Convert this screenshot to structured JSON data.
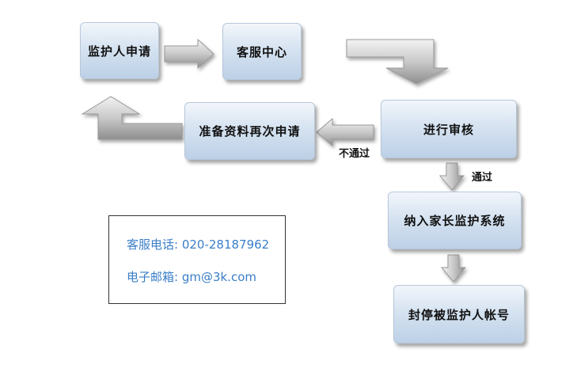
{
  "nodes": {
    "apply": "监护人申请",
    "service": "客服中心",
    "review": "进行审核",
    "reapply": "准备资料再次申请",
    "include": "纳入家长监护系统",
    "seal": "封停被监护人帐号"
  },
  "edge_labels": {
    "fail": "不通过",
    "pass": "通过"
  },
  "contact": {
    "phone": "客服电话: 020-28187962",
    "email": "电子邮箱: gm@3k.com"
  }
}
